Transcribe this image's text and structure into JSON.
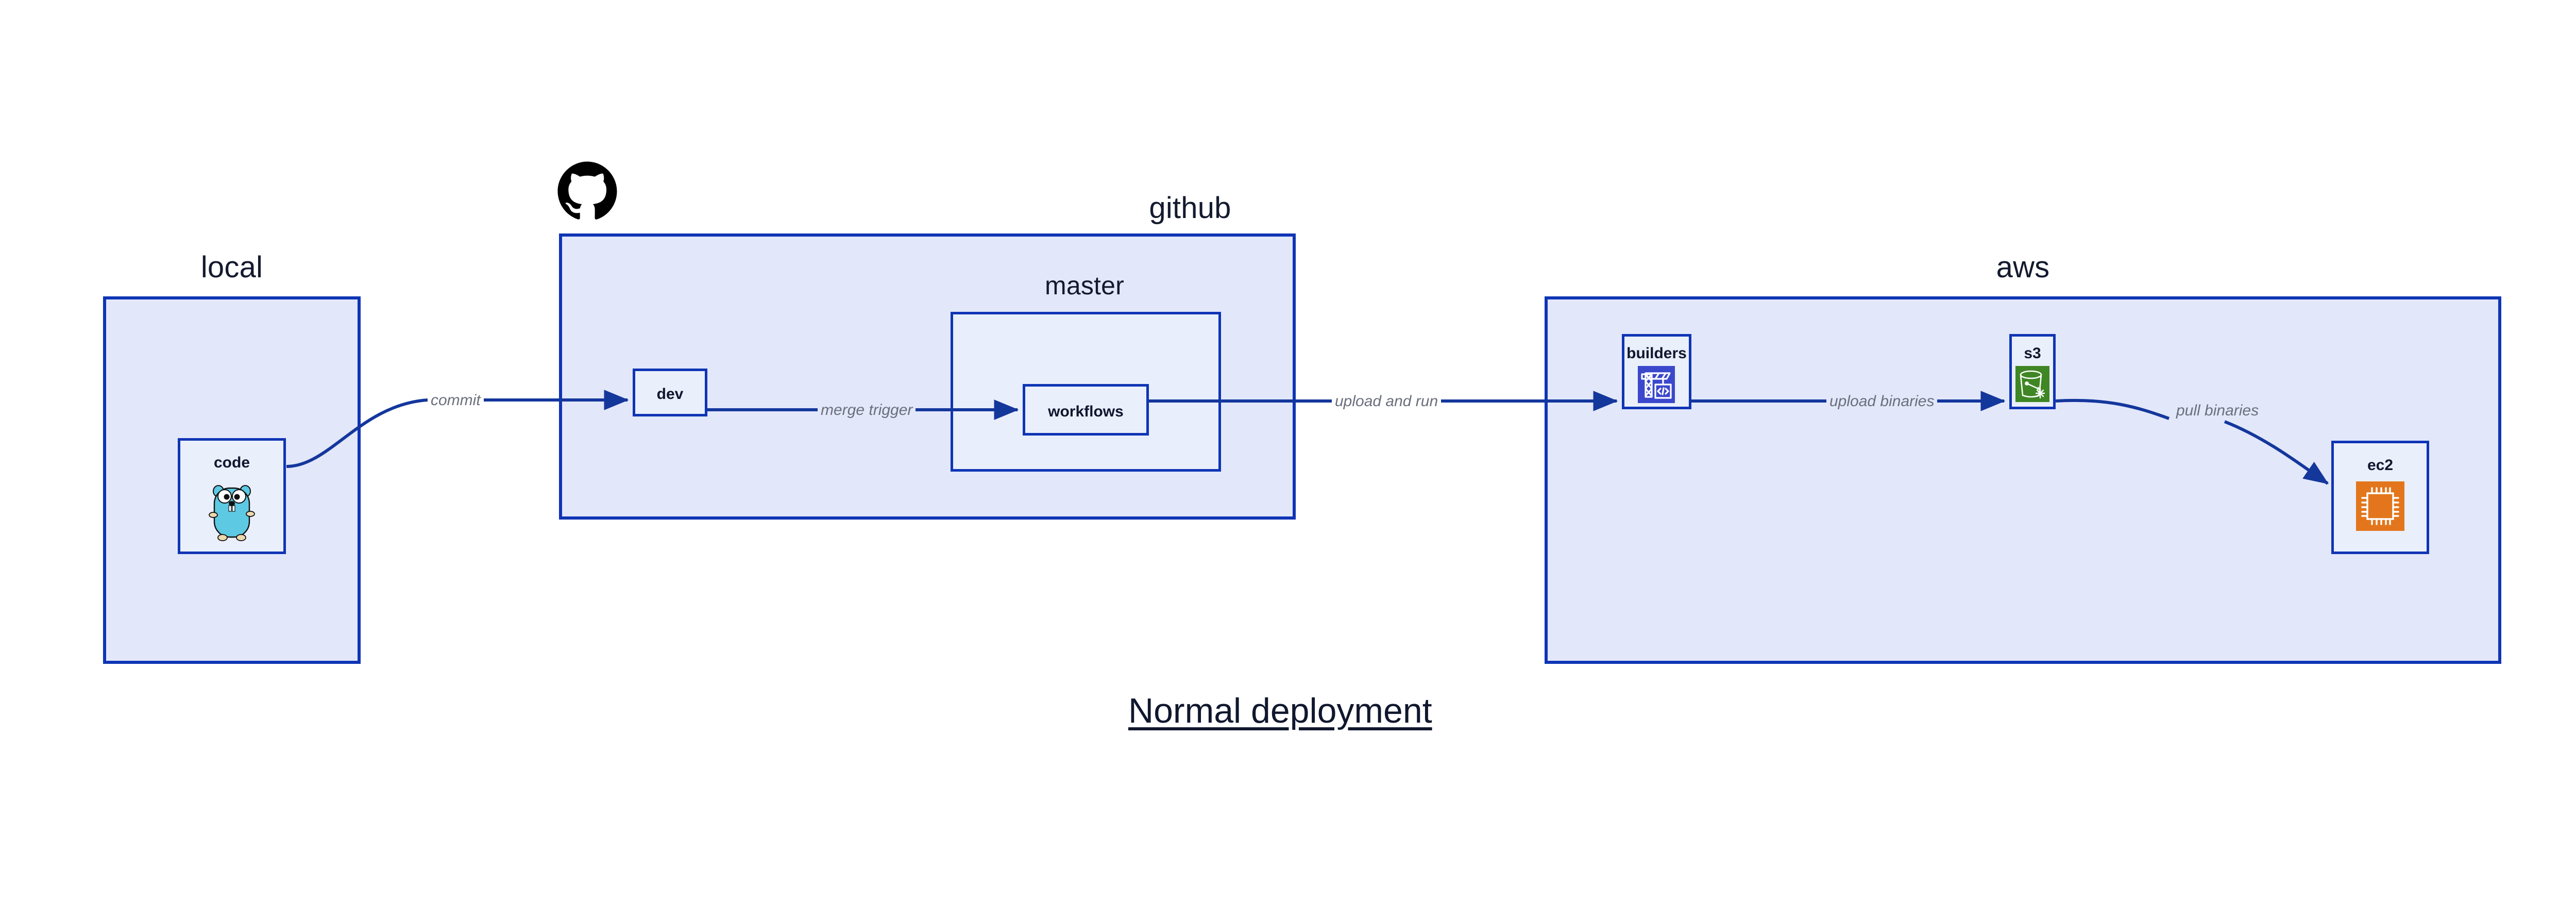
{
  "diagram": {
    "title": "Normal deployment",
    "accent_border": "#0f35b5",
    "group_fill": "#e2e7fa",
    "node_fill": "#eaeffc",
    "edge_label_color": "#6b6f7c",
    "title_color": "#10172e"
  },
  "groups": [
    {
      "id": "local",
      "label": "local"
    },
    {
      "id": "github",
      "label": "github"
    },
    {
      "id": "aws",
      "label": "aws"
    }
  ],
  "subgroups": [
    {
      "id": "master",
      "label": "master",
      "parent": "github"
    }
  ],
  "nodes": [
    {
      "id": "code",
      "label": "code",
      "parent": "local",
      "icon": "go-gopher-icon",
      "icon_color": "#5dc9e2"
    },
    {
      "id": "dev",
      "label": "dev",
      "parent": "github",
      "icon": "none",
      "icon_color": ""
    },
    {
      "id": "workflows",
      "label": "workflows",
      "parent": "master",
      "icon": "none",
      "icon_color": ""
    },
    {
      "id": "builders",
      "label": "builders",
      "parent": "aws",
      "icon": "aws-crane-icon",
      "icon_color": "#3b48cc"
    },
    {
      "id": "s3",
      "label": "s3",
      "parent": "aws",
      "icon": "aws-s3-bucket-icon",
      "icon_color": "#3f8624"
    },
    {
      "id": "ec2",
      "label": "ec2",
      "parent": "aws",
      "icon": "aws-ec2-chip-icon",
      "icon_color": "#e3761c"
    }
  ],
  "edges": [
    {
      "id": "code-to-dev",
      "from": "code",
      "to": "dev",
      "label": "commit"
    },
    {
      "id": "dev-to-workflows",
      "from": "dev",
      "to": "workflows",
      "label": "merge trigger"
    },
    {
      "id": "workflows-to-builders",
      "from": "workflows",
      "to": "builders",
      "label": "upload and run"
    },
    {
      "id": "builders-to-s3",
      "from": "builders",
      "to": "s3",
      "label": "upload binaries"
    },
    {
      "id": "s3-to-ec2",
      "from": "s3",
      "to": "ec2",
      "label": "pull binaries"
    }
  ],
  "logos": [
    {
      "id": "github-octocat",
      "name": "github-octocat-logo",
      "color": "#000000"
    }
  ]
}
